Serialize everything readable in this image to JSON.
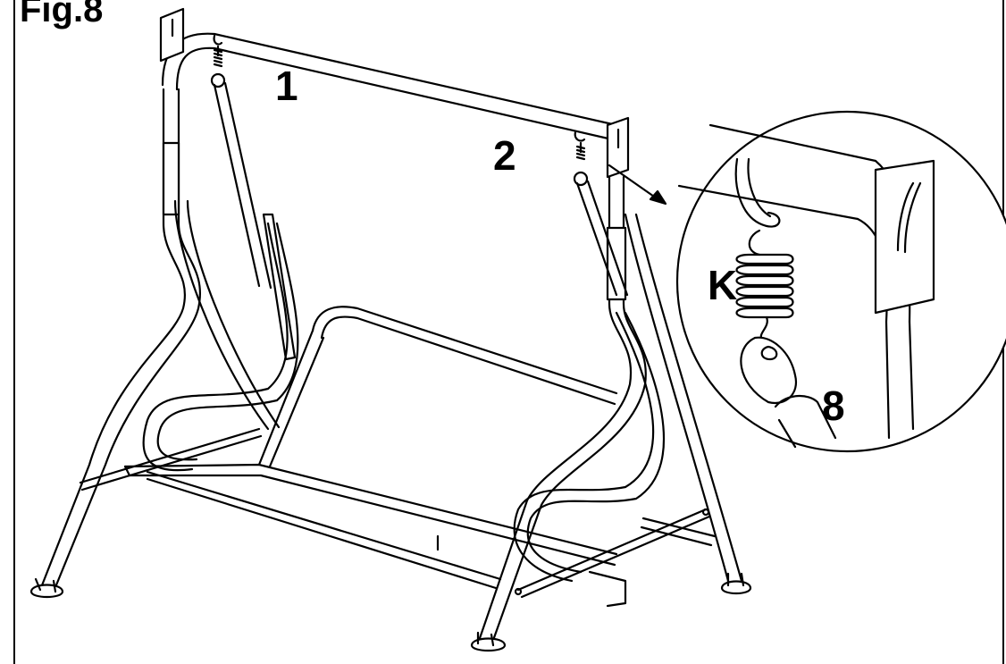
{
  "figure": {
    "label": "Fig.8",
    "callouts": {
      "part_1": "1",
      "part_2": "2",
      "part_k": "K",
      "part_8": "8"
    }
  },
  "colors": {
    "line": "#000000",
    "background": "#ffffff"
  }
}
